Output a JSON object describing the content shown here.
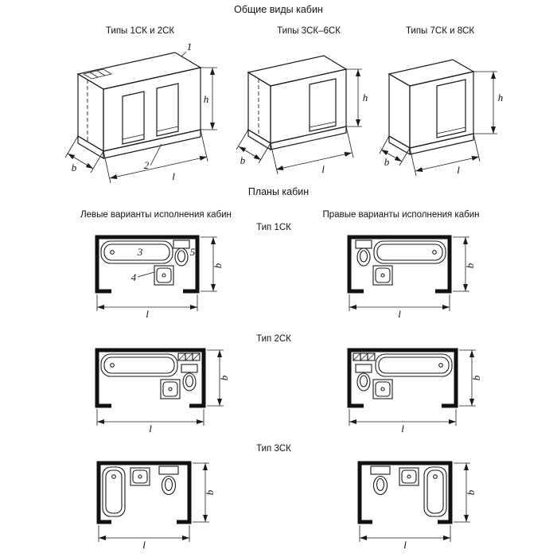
{
  "drawing": {
    "background": "#ffffff",
    "line_color": "#1a1a1a"
  },
  "titles": {
    "general_views": "Общие виды кабин",
    "plans": "Планы кабин"
  },
  "iso_views": [
    {
      "label": "Типы 1СК и 2СК"
    },
    {
      "label": "Типы 3СК–6СК"
    },
    {
      "label": "Типы 7СК и 8СК"
    }
  ],
  "plan_columns": {
    "left": "Левые варианты исполнения кабин",
    "right": "Правые варианты исполнения кабин"
  },
  "plan_types": [
    {
      "label": "Тип 1СК"
    },
    {
      "label": "Тип 2СК"
    },
    {
      "label": "Тип 3СК"
    }
  ],
  "dimension_labels": {
    "length": "l",
    "width": "b",
    "height": "h"
  },
  "callouts": {
    "c1": "1",
    "c2": "2",
    "c3": "3",
    "c4": "4",
    "c5": "5"
  }
}
